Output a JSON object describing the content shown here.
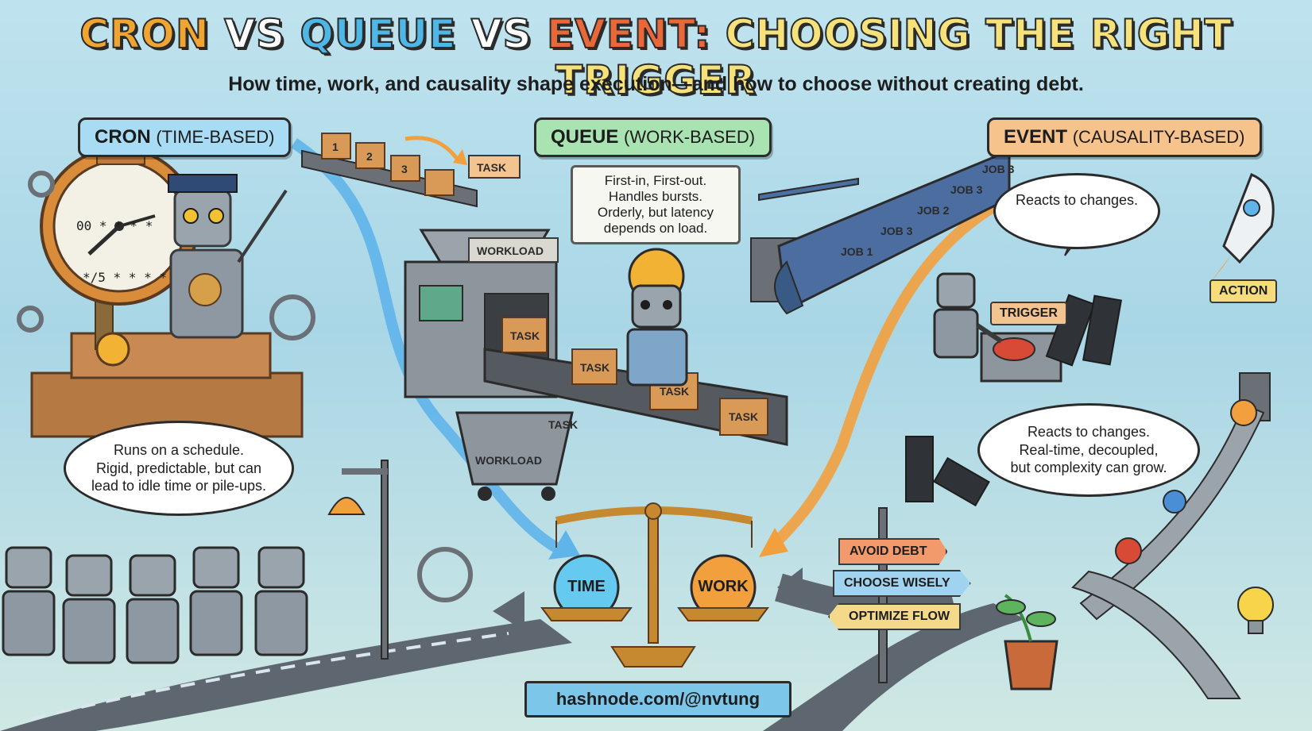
{
  "title": {
    "cron": "CRON",
    "vs1": "VS",
    "queue": "QUEUE",
    "vs2": "VS",
    "event": "EVENT:",
    "rest": "CHOOSING THE RIGHT TRIGGER"
  },
  "subtitle": "How time, work, and causality shape execution—and how to choose without creating debt.",
  "sections": {
    "cron": {
      "name": "CRON",
      "qualifier": "(TIME-BASED)",
      "color": "#a8dcf4"
    },
    "queue": {
      "name": "QUEUE",
      "qualifier": "(WORK-BASED)",
      "color": "#a9e3b2"
    },
    "event": {
      "name": "EVENT",
      "qualifier": "(CAUSALITY-BASED)",
      "color": "#f7c38d"
    }
  },
  "cron_bubble": [
    "Runs on a schedule.",
    "Rigid, predictable, but can",
    "lead to idle time or pile-ups."
  ],
  "queue_sign": [
    "First-in, First-out.",
    "Handles bursts.",
    "Orderly, but latency",
    "depends on load."
  ],
  "event_bubble_top": "Reacts to changes.",
  "event_bubble": [
    "Reacts to changes.",
    "Real-time, decoupled,",
    "but complexity can grow."
  ],
  "clock": {
    "line1": "00 * * * *",
    "line2": "*/5 * * * *"
  },
  "boxes": {
    "numbered": [
      "1",
      "2",
      "3"
    ],
    "task": "TASK",
    "workload": "WORKLOAD"
  },
  "train_cars": [
    "JOB 1",
    "JOB 3",
    "JOB 2",
    "JOB 3",
    "JOB 3"
  ],
  "tags": {
    "trigger": "TRIGGER",
    "action": "ACTION"
  },
  "scale": {
    "left": "TIME",
    "right": "WORK"
  },
  "road_signs": [
    "AVOID DEBT",
    "CHOOSE WISELY",
    "OPTIMIZE FLOW"
  ],
  "footer": "hashnode.com/@nvtung",
  "colors": {
    "cron": "#a8dcf4",
    "queue": "#a9e3b2",
    "event": "#f7c38d",
    "title_orange": "#f0a530",
    "title_blue": "#4fb7e6",
    "title_red": "#e8683a",
    "title_yellow": "#f5e27a"
  }
}
